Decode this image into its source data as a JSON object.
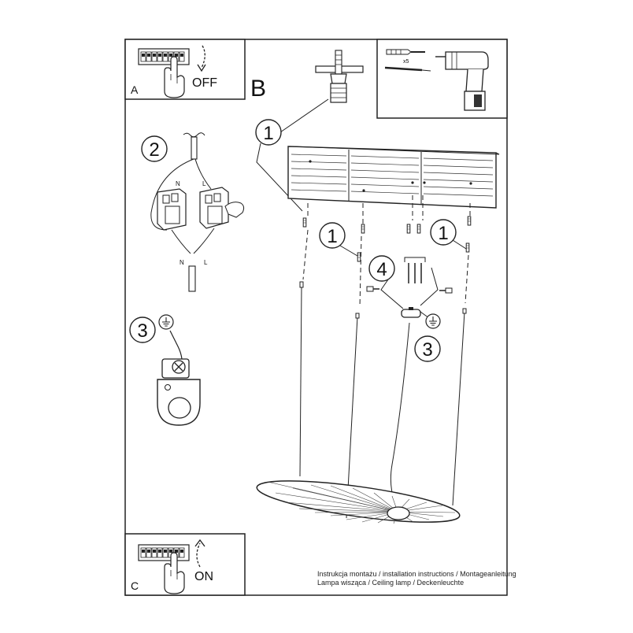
{
  "panels": {
    "a": {
      "letter": "A",
      "action": "OFF"
    },
    "b": {
      "letter": "B"
    },
    "c": {
      "letter": "C",
      "action": "ON"
    }
  },
  "tools": {
    "anchor_count": "x5"
  },
  "steps": {
    "s1": "1",
    "s2": "2",
    "s3": "3",
    "s4": "4"
  },
  "wiring": {
    "neutral": "N",
    "live": "L"
  },
  "caption": {
    "line1": "Instrukcja montażu / installation instructions / Montageanleitung",
    "line2": "Lampa wisząca / Ceiling lamp / Deckenleuchte"
  },
  "icons": [
    "ground-icon",
    "drill-icon",
    "breaker-icon",
    "hand-icon",
    "rotate-arrow-icon"
  ]
}
